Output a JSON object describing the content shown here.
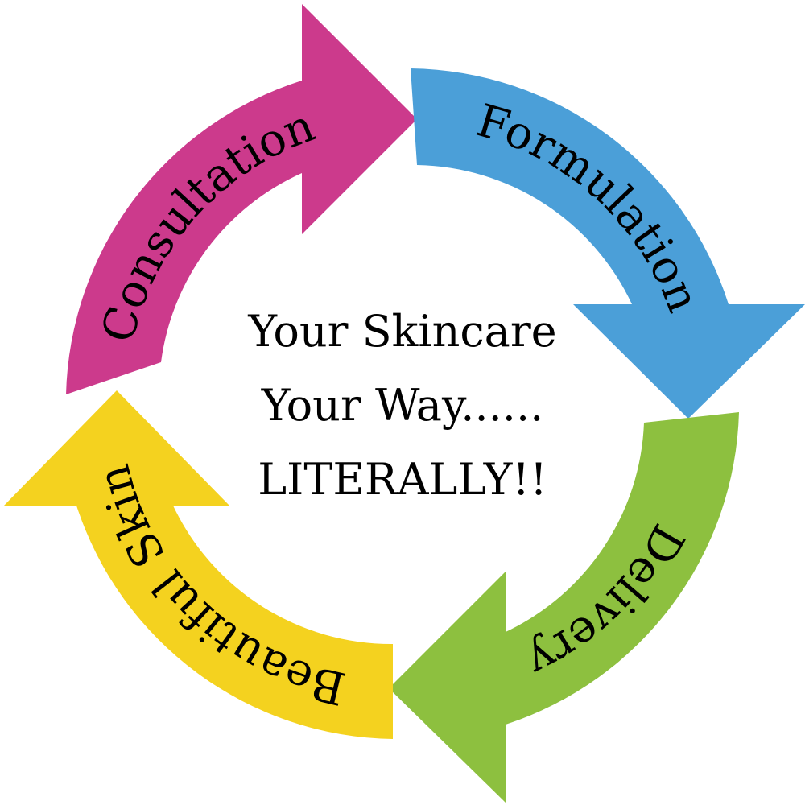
{
  "diagram": {
    "type": "cycle",
    "center_lines": [
      "Your Skincare",
      "Your Way......",
      "LITERALLY!!"
    ],
    "steps": [
      {
        "label": "Consultation",
        "color": "#cc3a8c"
      },
      {
        "label": "Formulation",
        "color": "#4b9fd8"
      },
      {
        "label": "Delivery",
        "color": "#8dc03f"
      },
      {
        "label": "Beautiful Skin",
        "color": "#f4d21f"
      }
    ]
  }
}
